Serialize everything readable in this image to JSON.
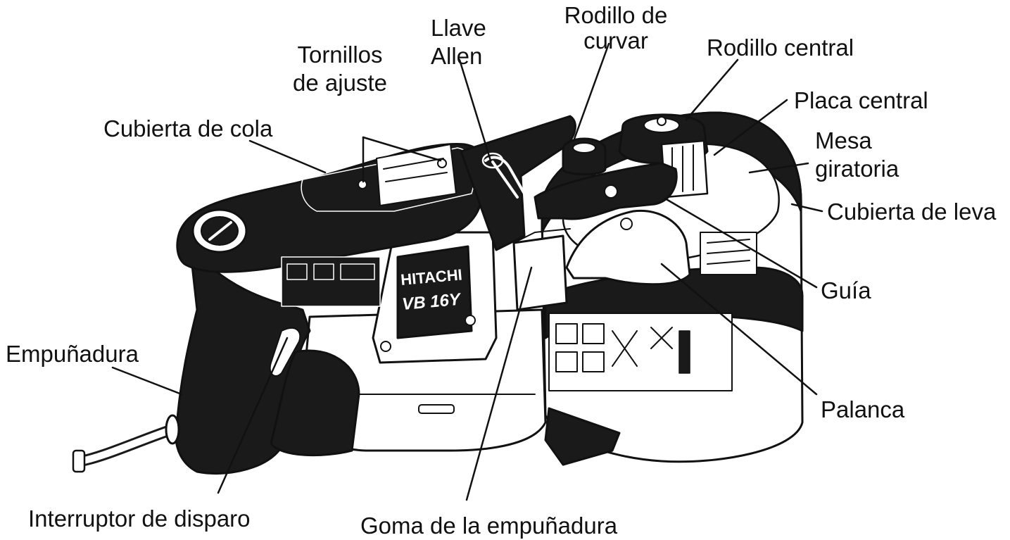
{
  "diagram": {
    "labels": {
      "tornillos_ajuste": "Tornillos\nde ajuste",
      "llave_allen": "Llave\nAllen",
      "rodillo_curvar": "Rodillo de\ncurvar",
      "rodillo_central": "Rodillo central",
      "placa_central": "Placa central",
      "mesa_giratoria": "Mesa\ngiratoria",
      "cubierta_leva": "Cubierta de leva",
      "cubierta_cola": "Cubierta de cola",
      "guia": "Guía",
      "palanca": "Palanca",
      "empunadura": "Empuñadura",
      "interruptor": "Interruptor de disparo",
      "goma": "Goma de la empuñadura"
    },
    "device_markings": {
      "brand": "HITACHI",
      "model": "VB 16Y"
    },
    "colors": {
      "ink": "#111111",
      "body_dark": "#1a1a1a",
      "body_light": "#ffffff"
    }
  }
}
